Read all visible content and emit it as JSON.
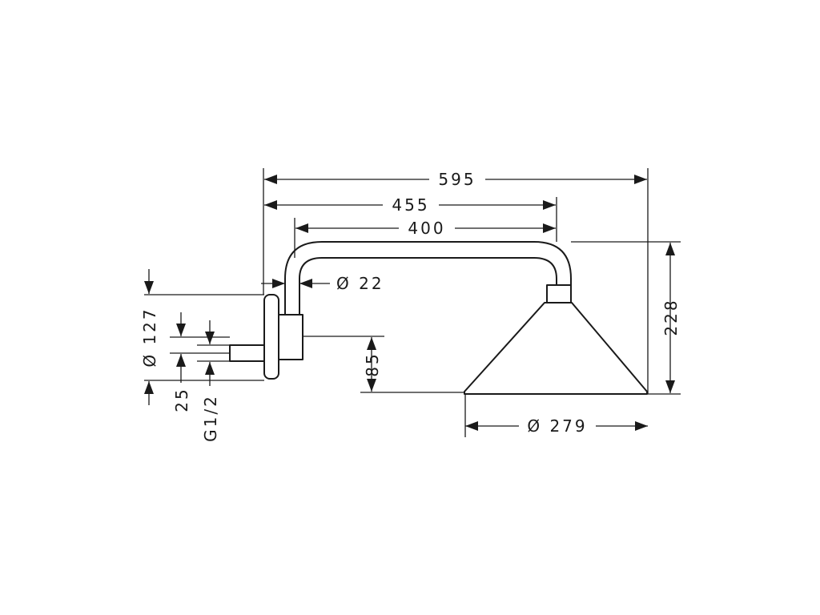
{
  "diagram": {
    "background_color": "#ffffff",
    "line_color": "#1a1a1a",
    "dimensions": {
      "overall_length": "595",
      "arm_projection": "455",
      "arm_length": "400",
      "pipe_diameter": "Ø 22",
      "rosette_diameter": "Ø 127",
      "inlet_offset": "25",
      "thread": "G1/2",
      "head_offset": "85",
      "total_height": "228",
      "head_diameter": "Ø 279"
    }
  }
}
